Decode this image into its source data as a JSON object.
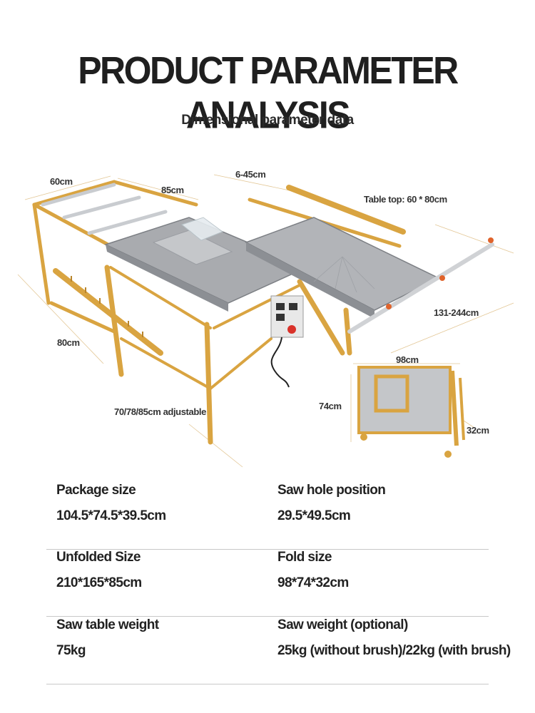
{
  "header": {
    "title": "PRODUCT PARAMETER ANALYSIS",
    "subtitle": "Dimensional parameter data"
  },
  "dimensions": {
    "d60": "60cm",
    "d85": "85cm",
    "d6_45": "6-45cm",
    "tabletop": "Table top: 60 * 80cm",
    "d80": "80cm",
    "d131_244": "131-244cm",
    "d98": "98cm",
    "d74": "74cm",
    "d32": "32cm",
    "adjustable": "70/78/85cm adjustable"
  },
  "specs": [
    {
      "left_label": "Package size",
      "left_value": "104.5*74.5*39.5cm",
      "right_label": "Saw hole position",
      "right_value": "29.5*49.5cm"
    },
    {
      "left_label": "Unfolded Size",
      "left_value": "210*165*85cm",
      "right_label": "Fold size",
      "right_value": "98*74*32cm"
    },
    {
      "left_label": "Saw table weight",
      "left_value": "75kg",
      "right_label": "Saw weight (optional)",
      "right_value": "25kg (without brush)/22kg (with brush)"
    }
  ],
  "colors": {
    "frame": "#d9a441",
    "frame_dark": "#b8842c",
    "table_top": "#a9abaf",
    "table_edge": "#7c7f84",
    "control_box": "#e8e8e8",
    "stop_button": "#d9322a"
  }
}
